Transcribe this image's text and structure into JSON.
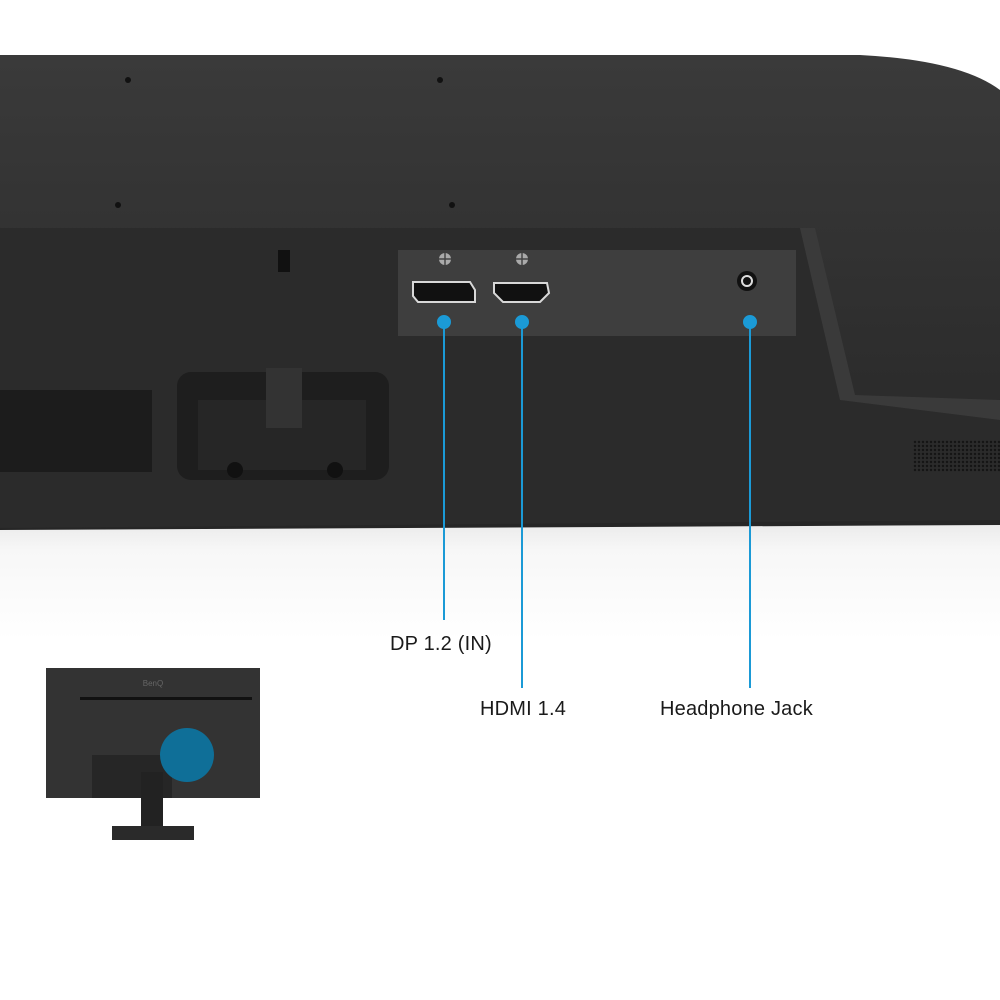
{
  "callouts": [
    {
      "label": "DP 1.2 (IN)",
      "port": "displayport"
    },
    {
      "label": "HDMI 1.4",
      "port": "hdmi"
    },
    {
      "label": "Headphone Jack",
      "port": "headphone-jack"
    }
  ],
  "thumbnail": {
    "logo_text": "BenQ",
    "highlight": "port-area"
  },
  "colors": {
    "accent": "#1b9ad6",
    "highlight_circle": "#0f6f98",
    "monitor_body": "#2c2c2c",
    "port_panel": "#3f3f3f"
  }
}
